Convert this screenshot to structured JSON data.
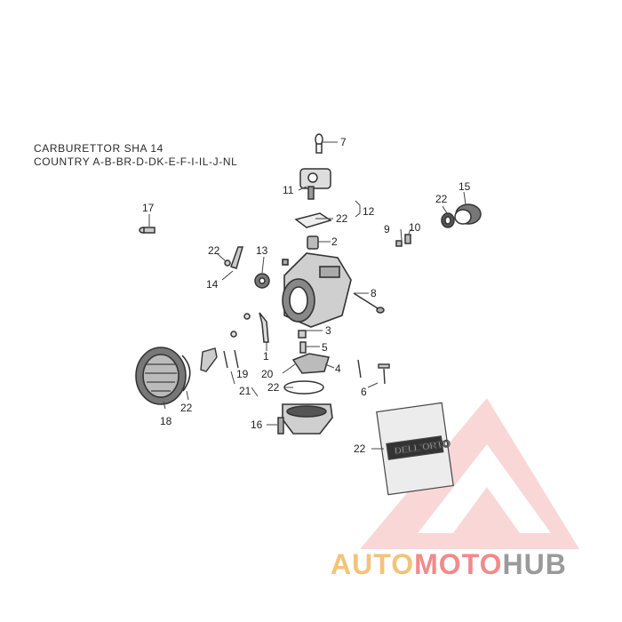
{
  "title": {
    "line1": "CARBURETTOR SHA 14",
    "line2": "COUNTRY A-B-BR-D-DK-E-F-I-IL-J-NL"
  },
  "callouts": [
    "1",
    "2",
    "3",
    "4",
    "5",
    "6",
    "7",
    "8",
    "9",
    "10",
    "11",
    "12",
    "13",
    "14",
    "15",
    "16",
    "17",
    "18",
    "19",
    "20",
    "21",
    "22"
  ],
  "labels": {
    "c1": "1",
    "c2": "2",
    "c3": "3",
    "c4": "4",
    "c5": "5",
    "c6": "6",
    "c7": "7",
    "c8": "8",
    "c9": "9",
    "c10": "10",
    "c11": "11",
    "c12": "12",
    "c13": "13",
    "c14": "14",
    "c15": "15",
    "c16": "16",
    "c17": "17",
    "c18": "18",
    "c19": "19",
    "c20": "20",
    "c21": "21",
    "c22": "22"
  },
  "packet_text": "DELL'ORTO",
  "watermark": {
    "part1": "AUTO",
    "part2": "MOTO",
    "part3": "HUB",
    "colors": {
      "part1": "#f3c37a",
      "part2": "#f28a8a",
      "part3": "#9a9a9a"
    }
  }
}
